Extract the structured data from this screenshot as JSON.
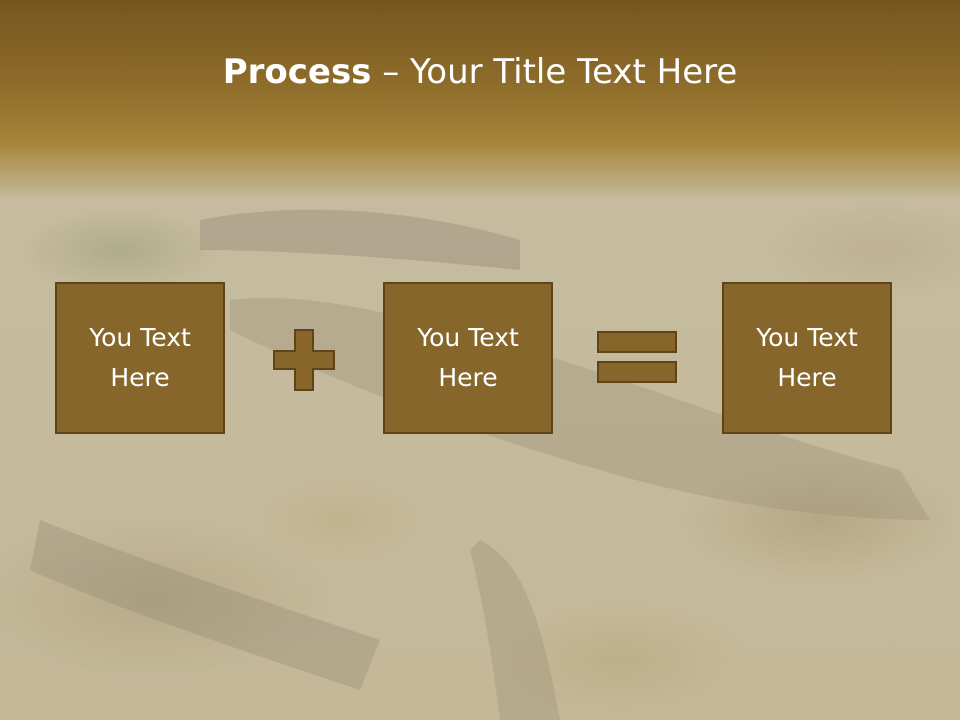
{
  "slide": {
    "title_bold": "Process",
    "title_rest": " – Your Title Text Here",
    "box1_text": "You Text Here",
    "box2_text": "You Text Here",
    "box3_text": "You Text Here",
    "operator_plus": "plus-icon",
    "operator_equals": "equals-icon"
  },
  "colors": {
    "header": "#8c6b2a",
    "box_fill": "#86662a",
    "box_border": "#5e4416",
    "text": "#ffffff"
  }
}
